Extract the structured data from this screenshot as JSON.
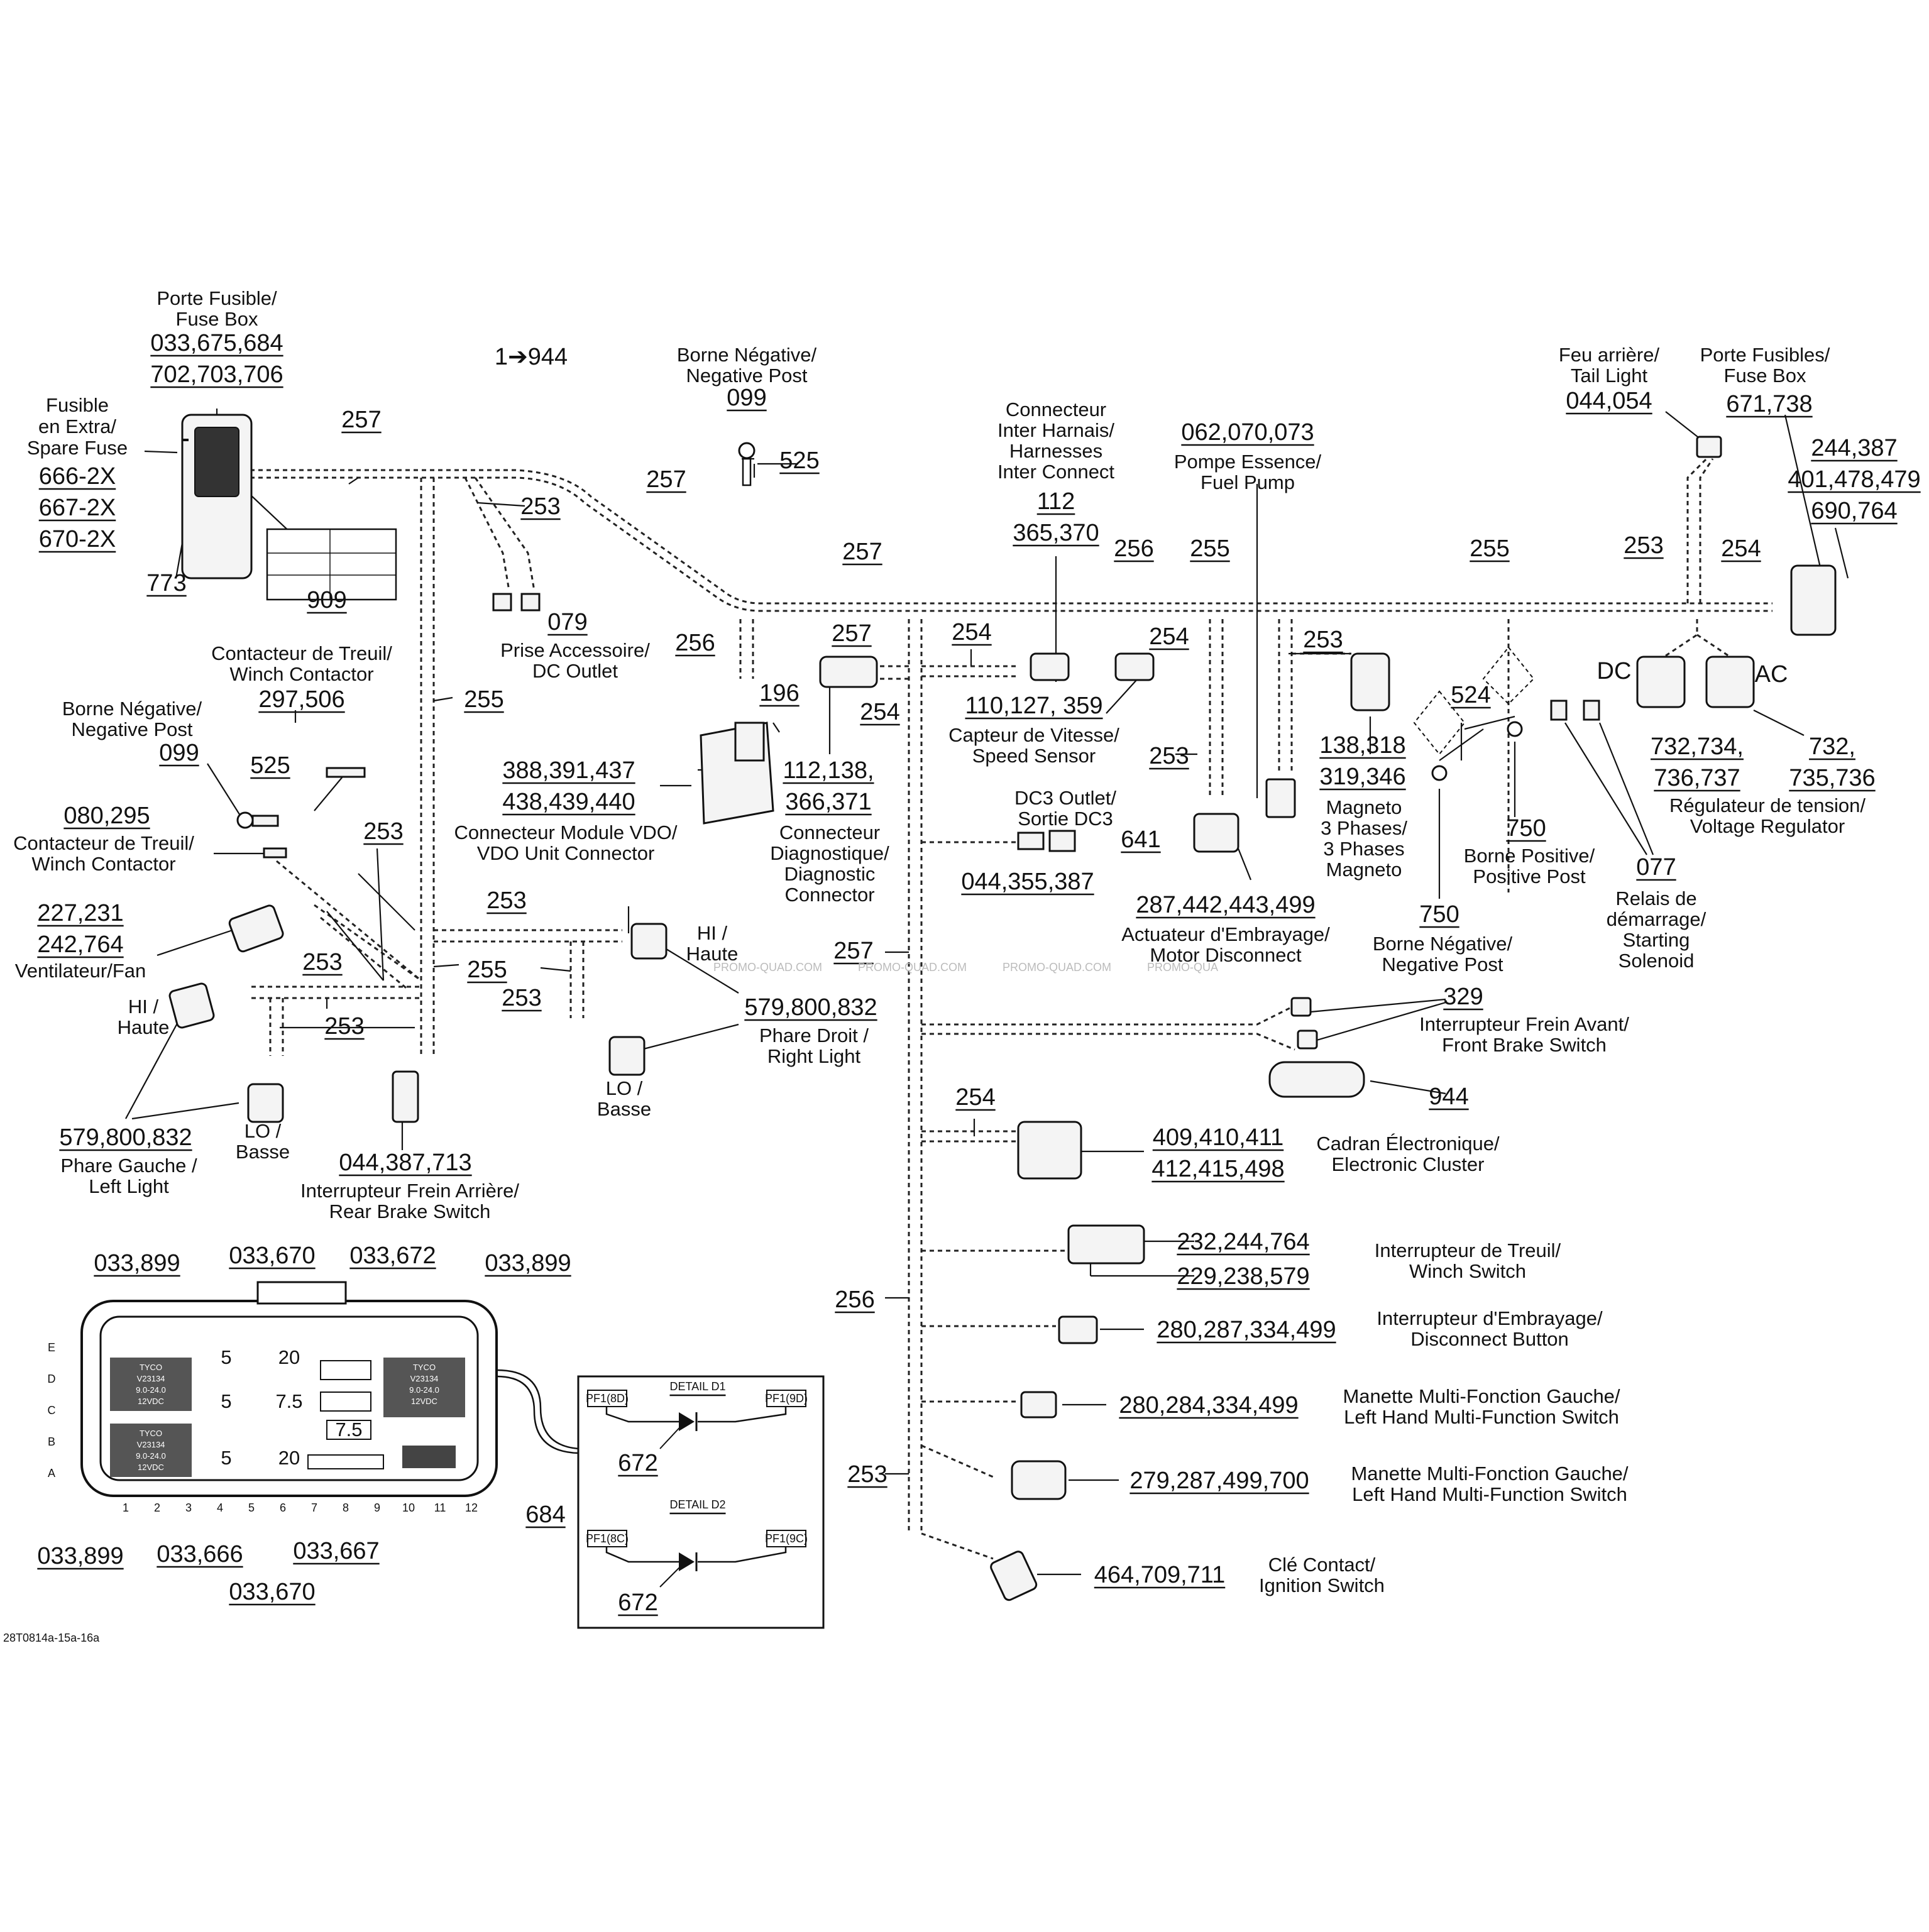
{
  "title_fusebox": [
    "Porte Fusible/",
    "Fuse Box"
  ],
  "fusebox_refs": [
    "033,675,684",
    "702,703,706"
  ],
  "spare_fuse": {
    "label": [
      "Fusible",
      "en Extra/",
      "Spare Fuse"
    ],
    "refs": [
      "666-2X",
      "667-2X",
      "670-2X"
    ]
  },
  "refs_a": {
    "r773": "773",
    "r909": "909",
    "r257a": "257",
    "r1944": "1➔944",
    "r257b": "257",
    "r253a": "253",
    "r079": "079",
    "r525a": "525",
    "r099a": "099",
    "r257c": "257",
    "r256a": "256",
    "r257d": "257",
    "r254a": "254",
    "r254b": "254",
    "r196": "196",
    "r255a": "255",
    "r255b": "255",
    "r256b": "256",
    "r253b": "253",
    "r255c": "255",
    "r254c": "254",
    "r253c": "253",
    "r112": "112",
    "r365": "365,370",
    "r062": "062,070,073",
    "r253d": "253",
    "r254d": "254",
    "r524": "524",
    "r253e": "253",
    "r253f": "253",
    "r253g": "253",
    "r253h": "253",
    "r253i": "253",
    "r525b": "525",
    "r099b": "099",
    "r257e": "257",
    "r254e": "254",
    "r256c": "256",
    "r253j": "253",
    "r641": "641",
    "r750a": "750",
    "r750b": "750",
    "r077": "077",
    "r329": "329",
    "r944": "944",
    "r672a": "672",
    "r672b": "672",
    "r684": "684"
  },
  "texts": {
    "neg_post_top": [
      "Borne Négative/",
      "Negative Post"
    ],
    "prise": [
      "Prise Accessoire/",
      "DC Outlet"
    ],
    "inter_connect": [
      "Connecteur",
      "Inter Harnais/",
      "Harnesses",
      "Inter Connect"
    ],
    "fuel_pump": [
      "Pompe Essence/",
      "Fuel Pump"
    ],
    "tail_light": [
      "Feu arrière/",
      "Tail Light"
    ],
    "tail_refs": "044,054",
    "fuses_right": [
      "Porte Fusibles/",
      "Fuse Box"
    ],
    "fuses_right_refs": "671,738",
    "vr_refs": [
      "244,387",
      "401,478,479",
      "690,764"
    ],
    "winch_contactor_top": [
      "Contacteur de Treuil/",
      "Winch Contactor"
    ],
    "winch_contactor_top_refs": "297,506",
    "neg_post_left": [
      "Borne Négative/",
      "Negative Post"
    ],
    "winch_contactor_left": [
      "Contacteur de Treuil/",
      "Winch Contactor"
    ],
    "winch_contactor_left_refs": "080,295",
    "fan": "Ventilateur/Fan",
    "fan_refs": [
      "227,231",
      "242,764"
    ],
    "vdo": [
      "Connecteur Module VDO/",
      "VDO Unit Connector"
    ],
    "vdo_refs": [
      "388,391,437",
      "438,439,440"
    ],
    "diag": [
      "Connecteur",
      "Diagnostique/",
      "Diagnostic",
      "Connector"
    ],
    "diag_refs": [
      "112,138,",
      "366,371"
    ],
    "speed": [
      "Capteur de Vitesse/",
      "Speed Sensor"
    ],
    "speed_refs": "110,127, 359",
    "dc3": [
      "DC3 Outlet/",
      "Sortie DC3"
    ],
    "dc3_refs": "044,355,387",
    "motor_disc": [
      "Actuateur d'Embrayage/",
      "Motor Disconnect"
    ],
    "motor_disc_refs": "287,442,443,499",
    "magneto": [
      "Magneto",
      "3 Phases/",
      "3 Phases",
      "Magneto"
    ],
    "magneto_refs": [
      "138,318",
      "319,346"
    ],
    "dc": "DC",
    "ac": "AC",
    "regulator": [
      "Régulateur de tension/",
      "Voltage Regulator"
    ],
    "regulator_refs_l": [
      "732,734,",
      "736,737"
    ],
    "regulator_refs_r": [
      "732,",
      "735,736"
    ],
    "pos_post": [
      "Borne Positive/",
      "Positive Post"
    ],
    "neg_post_right": [
      "Borne Négative/",
      "Negative Post"
    ],
    "solenoid": [
      "Relais de",
      "démarrage/",
      "Starting",
      "Solenoid"
    ],
    "hi_right": [
      "HI /",
      "Haute"
    ],
    "lo_right": [
      "LO /",
      "Basse"
    ],
    "right_light": [
      "Phare Droit /",
      "Right Light"
    ],
    "right_light_refs": "579,800,832",
    "hi_left": [
      "HI /",
      "Haute"
    ],
    "lo_left": [
      "LO /",
      "Basse"
    ],
    "left_light": [
      "Phare Gauche /",
      "Left Light"
    ],
    "left_light_refs": "579,800,832",
    "rear_brake": [
      "Interrupteur Frein Arrière/",
      "Rear Brake Switch"
    ],
    "rear_brake_refs": "044,387,713",
    "front_brake": [
      "Interrupteur Frein Avant/",
      "Front Brake Switch"
    ],
    "cluster": [
      "Cadran Électronique/",
      "Electronic Cluster"
    ],
    "cluster_refs": [
      "409,410,411",
      "412,415,498"
    ],
    "winch_switch": [
      "Interrupteur de Treuil/",
      "Winch Switch"
    ],
    "winch_switch_refs": [
      "232,244,764",
      "229,238,579"
    ],
    "disconnect_btn": [
      "Interrupteur d'Embrayage/",
      "Disconnect Button"
    ],
    "disconnect_btn_refs": "280,287,334,499",
    "lh_switch1": [
      "Manette Multi-Fonction Gauche/",
      "Left Hand Multi-Function Switch"
    ],
    "lh_switch1_refs": "280,284,334,499",
    "lh_switch2": [
      "Manette Multi-Fonction Gauche/",
      "Left Hand Multi-Function Switch"
    ],
    "lh_switch2_refs": "279,287,499,700",
    "ignition": [
      "Clé Contact/",
      "Ignition Switch"
    ],
    "ignition_refs": "464,709,711",
    "fb_refs": {
      "tl": "033,899",
      "t2": "033,670",
      "t3": "033,672",
      "tr": "033,899",
      "bl": "033,899",
      "b2": "033,666",
      "b3": "033,667",
      "b4": "033,670"
    },
    "fb_rows": [
      "E",
      "D",
      "C",
      "B",
      "A"
    ],
    "fb_cols": [
      "1",
      "2",
      "3",
      "4",
      "5",
      "6",
      "7",
      "8",
      "9",
      "10",
      "11",
      "12"
    ],
    "fb_fuses": [
      "5",
      "20",
      "5",
      "7.5",
      "7.5",
      "5",
      "20"
    ],
    "fb_relay_text": [
      "TYCO",
      "V23134",
      "9.0-24.0",
      "12VDC"
    ],
    "detail_d1": "DETAIL D1",
    "detail_d2": "DETAIL D2",
    "d1_left": "PF1(8D)",
    "d1_right": "PF1(9D)",
    "d2_left": "PF1(8C)",
    "d2_right": "PF1(9C)",
    "footer": "28T0814a-15a-16a",
    "watermark": [
      "PROMO-QUAD.COM",
      "PROMO-QUAD.COM",
      "PROMO-QUAD.COM",
      "PROMO-QUA"
    ]
  }
}
